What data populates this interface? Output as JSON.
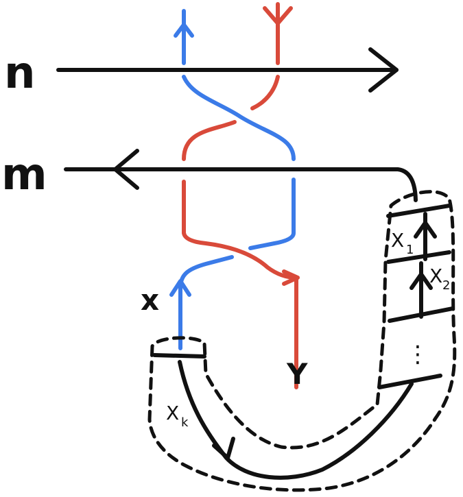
{
  "labels": {
    "n": "n",
    "m": "m",
    "x": "x",
    "y": "Y",
    "x1": "X",
    "x1_sub": "1",
    "x2": "X",
    "x2_sub": "2",
    "xk": "X",
    "xk_sub": "k",
    "dots": "⋮"
  },
  "colors": {
    "black": "#111111",
    "blue": "#3b7be8",
    "red": "#d94a3a"
  }
}
